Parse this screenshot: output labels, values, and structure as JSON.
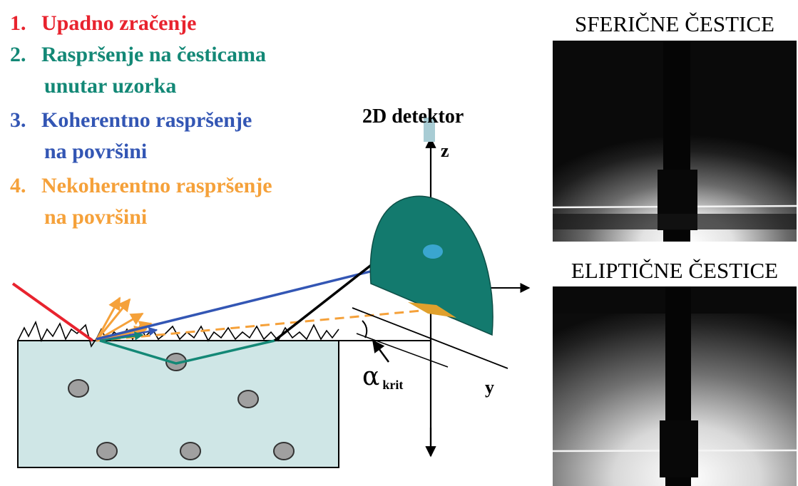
{
  "legend": [
    {
      "number": "1.",
      "lines": [
        "Upadno zračenje"
      ],
      "color": "#e8232e"
    },
    {
      "number": "2.",
      "lines": [
        "Raspršenje na česticama",
        "unutar uzorka"
      ],
      "color": "#138876"
    },
    {
      "number": "3.",
      "lines": [
        "Koherentno raspršenje",
        "na površini"
      ],
      "color": "#3356b4"
    },
    {
      "number": "4.",
      "lines": [
        "Nekoherentno raspršenje",
        "na površini"
      ],
      "color": "#f5a13a"
    }
  ],
  "diagram": {
    "detector_label": "2D detektor",
    "axis_z": "z",
    "axis_y": "y",
    "angle_symbol": "α",
    "angle_subscript": "krit",
    "colors": {
      "sample_fill": "#cfe6e6",
      "detector_fill": "#137a6e",
      "particle_fill": "#a0a0a0"
    }
  },
  "panels": {
    "top_title": "SFERIČNE ČESTICE",
    "bottom_title": "ELIPTIČNE ČESTICE"
  }
}
